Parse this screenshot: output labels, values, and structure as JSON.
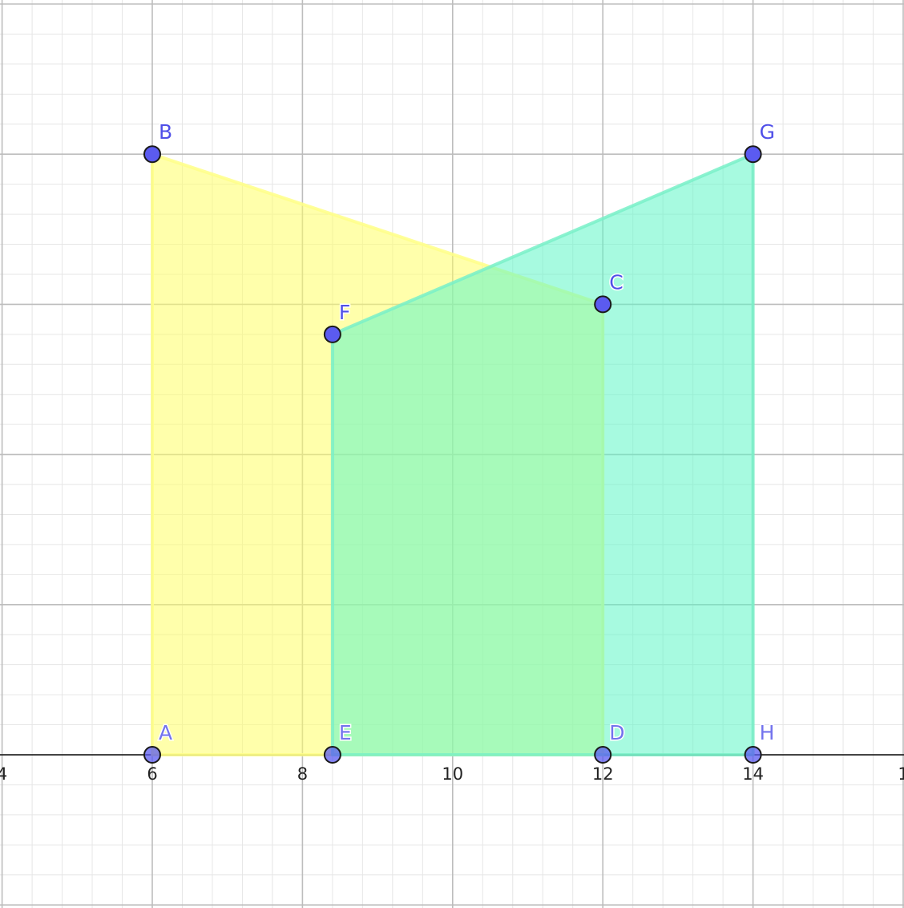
{
  "chart_data": {
    "type": "geometry",
    "grid": true,
    "x_axis": {
      "visible": true,
      "range": [
        4,
        16
      ],
      "tick_labels": [
        "4",
        "6",
        "8",
        "10",
        "12",
        "14",
        "1"
      ]
    },
    "y_axis": {
      "visible": false,
      "range": [
        -2,
        10
      ]
    },
    "points": [
      {
        "name": "A",
        "x": 6,
        "y": 0,
        "label": "A"
      },
      {
        "name": "B",
        "x": 6,
        "y": 8,
        "label": "B"
      },
      {
        "name": "C",
        "x": 12,
        "y": 6,
        "label": "C"
      },
      {
        "name": "D",
        "x": 12,
        "y": 0,
        "label": "D"
      },
      {
        "name": "E",
        "x": 8.4,
        "y": 0,
        "label": "E"
      },
      {
        "name": "F",
        "x": 8.4,
        "y": 5.6,
        "label": "F"
      },
      {
        "name": "G",
        "x": 14,
        "y": 8,
        "label": "G"
      },
      {
        "name": "H",
        "x": 14,
        "y": 0,
        "label": "H"
      }
    ],
    "polygons": [
      {
        "name": "ABCD",
        "vertices": [
          "A",
          "B",
          "C",
          "D"
        ],
        "fill": "#ffff66",
        "stroke": "#ffff88"
      },
      {
        "name": "EFGH",
        "vertices": [
          "E",
          "F",
          "G",
          "H"
        ],
        "fill": "#5ff5c6",
        "stroke": "#79f0c8"
      }
    ]
  },
  "colors": {
    "point_fill": "#5b5bf0",
    "point_stroke": "#1a1a1a",
    "label_color": "#5050e8",
    "axis_color": "#111111",
    "major_grid": "#bdbdbd",
    "minor_grid": "#e6e6e6"
  }
}
